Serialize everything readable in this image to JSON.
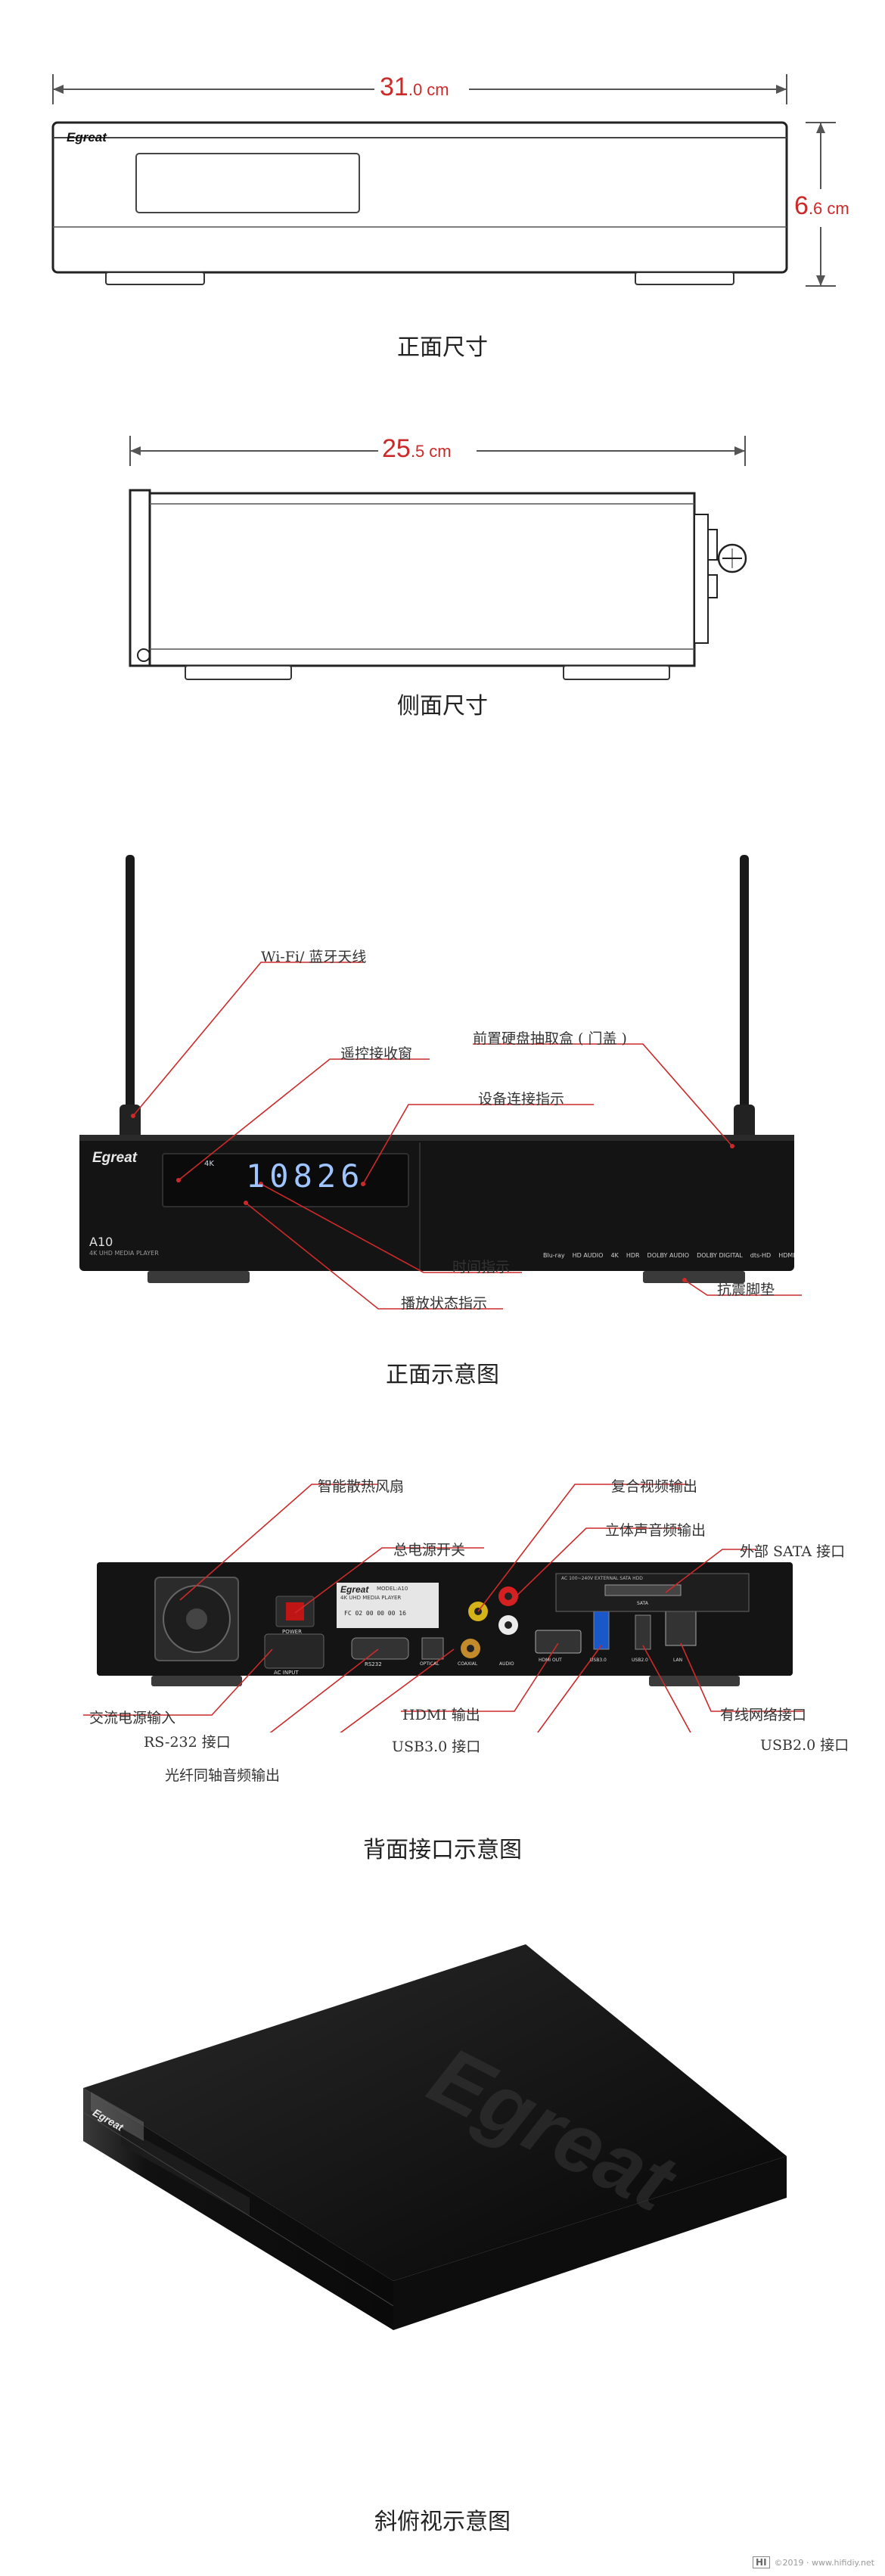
{
  "front_dimension": {
    "value": "31",
    "decimal": ".0 cm",
    "height_value": "6",
    "height_decimal": ".6 cm",
    "caption": "正面尺寸"
  },
  "side_dimension": {
    "value": "25",
    "decimal": ".5 cm",
    "caption": "侧面尺寸"
  },
  "brand": "Egreat",
  "front_view": {
    "caption": "正面示意图",
    "model": "A10",
    "model_sub": "4K UHD MEDIA PLAYER",
    "display_time": "10826",
    "display_badge": "4K",
    "badges": [
      "Blu-ray",
      "HD AUDIO",
      "4K",
      "HDR",
      "DOLBY AUDIO",
      "DOLBY DIGITAL",
      "dts-HD",
      "HDMI"
    ],
    "labels": {
      "antenna": "Wi-Fi/ 蓝牙天线",
      "hdd_tray": "前置硬盘抽取盒 ( 门盖 )",
      "ir_receiver": "遥控接收窗",
      "connect_indicator": "设备连接指示",
      "time_indicator": "时间指示",
      "play_indicator": "播放状态指示",
      "shock_feet": "抗震脚垫"
    }
  },
  "rear_view": {
    "caption": "背面接口示意图",
    "port_text": {
      "power": "POWER",
      "ac_input": "AC INPUT",
      "rs232": "RS232",
      "optical": "OPTICAL",
      "coaxial": "COAXIAL",
      "audio": "AUDIO",
      "hdmi": "HDMI OUT",
      "usb3": "USB3.0",
      "usb2": "USB2.0",
      "lan": "LAN",
      "sata": "SATA",
      "model_plate": "MODEL:A10",
      "model_plate_sub": "4K UHD MEDIA PLAYER",
      "serial": "FC 02 00 00 00 16",
      "sata_plate": "AC 100~240V EXTERNAL SATA HDD"
    },
    "labels": {
      "fan": "智能散热风扇",
      "power_switch": "总电源开关",
      "composite": "复合视频输出",
      "stereo": "立体声音频输出",
      "ext_sata": "外部 SATA 接口",
      "ac_input": "交流电源输入",
      "rs232": "RS-232 接口",
      "optical_coax": "光纤同轴音频输出",
      "hdmi": "HDMI 输出",
      "usb3": "USB3.0 接口",
      "lan": "有线网络接口",
      "usb2": "USB2.0 接口"
    }
  },
  "oblique_view": {
    "caption": "斜俯视示意图"
  },
  "watermark": {
    "logo": "HI",
    "text": "©2019 · www.hifidiy.net"
  },
  "colors": {
    "accent_red": "#cc2a2a",
    "device_black": "#151515",
    "display_blue": "#9fc4ff"
  }
}
